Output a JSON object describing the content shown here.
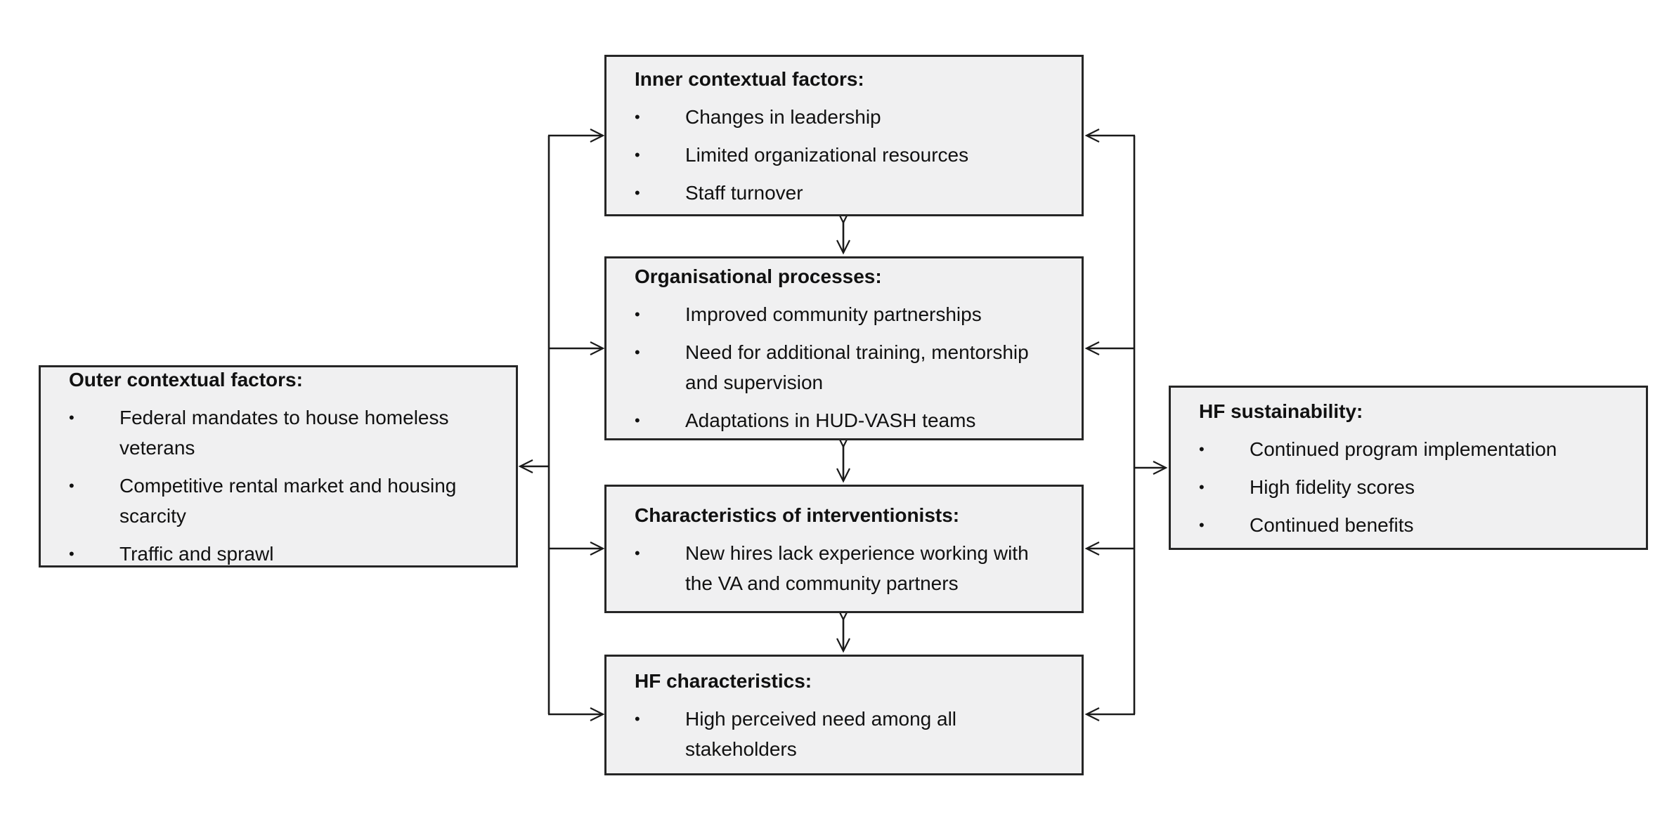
{
  "diagram": {
    "bullet_glyph": "•",
    "theme": {
      "background": "#ffffff",
      "box_fill": "#f0f0f1",
      "box_border": "#262626",
      "arrow_color": "#1a1a1a",
      "text_color": "#111111"
    },
    "boxes": {
      "inner_contextual": {
        "title": "Inner contextual factors:",
        "items": [
          "Changes in leadership",
          "Limited organizational resources",
          "Staff turnover"
        ]
      },
      "organisational_processes": {
        "title": "Organisational processes:",
        "items": [
          "Improved community partnerships",
          "Need for additional training, mentorship and supervision",
          "Adaptations in HUD-VASH teams"
        ]
      },
      "characteristics_interventionists": {
        "title": "Characteristics of interventionists:",
        "items": [
          "New hires lack experience working with the VA and community partners"
        ]
      },
      "hf_characteristics": {
        "title": "HF characteristics:",
        "items": [
          "High perceived need among all stakeholders"
        ]
      },
      "outer_contextual": {
        "title": "Outer contextual factors:",
        "items": [
          "Federal mandates to house homeless veterans",
          "Competitive rental market and housing scarcity",
          "Traffic and sprawl"
        ]
      },
      "hf_sustainability": {
        "title": "HF sustainability:",
        "items": [
          "Continued program implementation",
          "High fidelity scores",
          "Continued benefits"
        ]
      }
    }
  }
}
